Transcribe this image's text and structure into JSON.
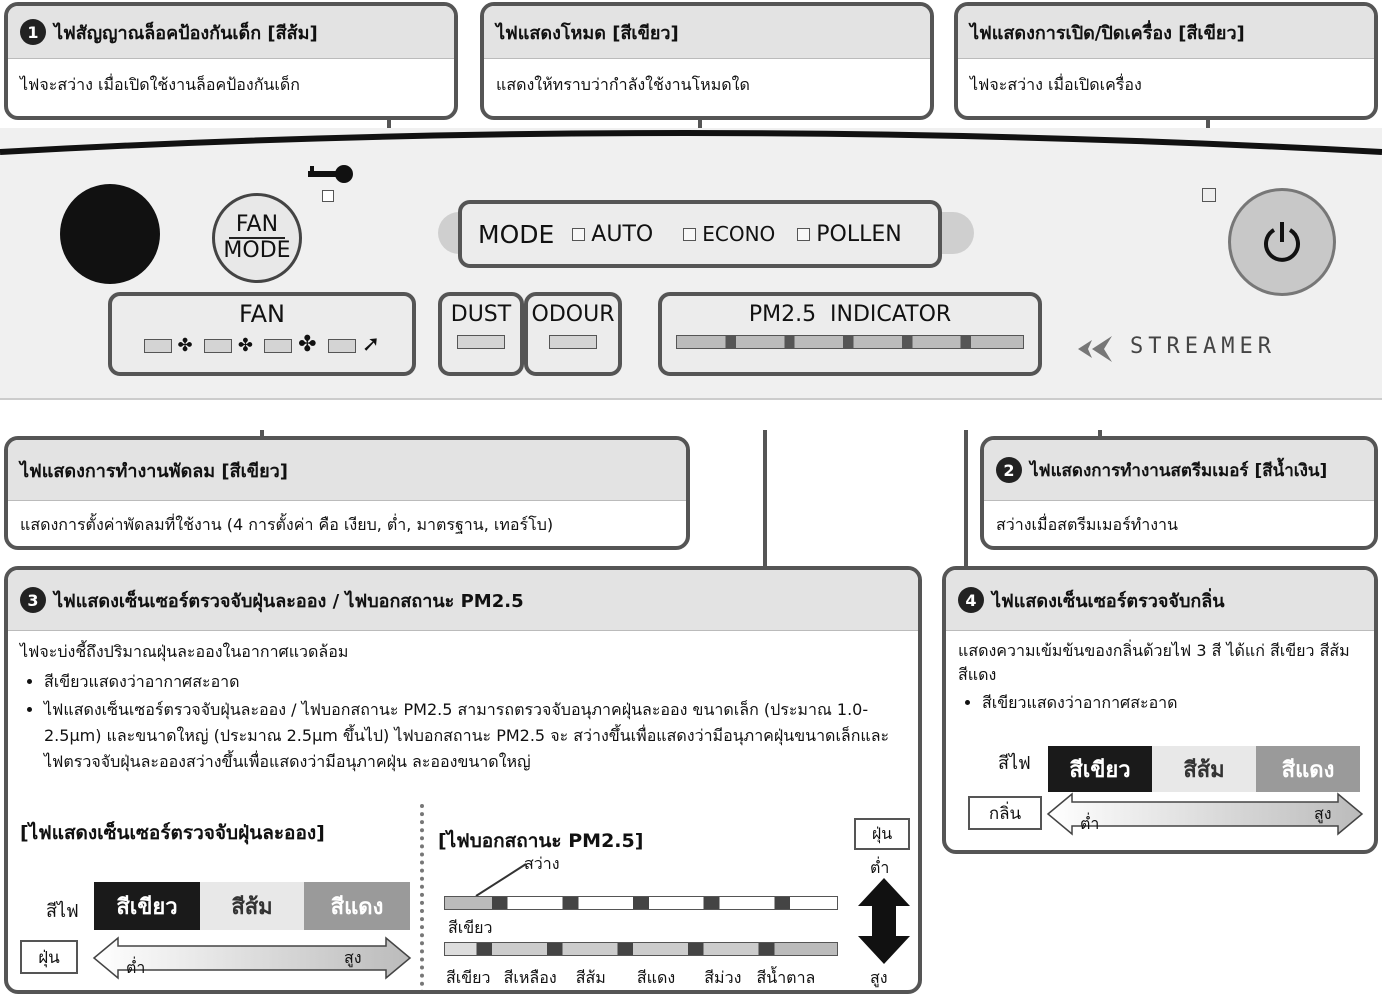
{
  "callout_child_lock": {
    "num": "1",
    "title": "ไฟสัญญาณล็อคป้องกันเด็ก [สีส้ม]",
    "body": "ไฟจะสว่าง เมื่อเปิดใช้งานล็อคป้องกันเด็ก"
  },
  "callout_mode": {
    "title": "ไฟแสดงโหมด [สีเขียว]",
    "body": "แสดงให้ทราบว่ากำลังใช้งานโหมดใด"
  },
  "callout_power": {
    "title": "ไฟแสดงการเปิด/ปิดเครื่อง [สีเขียว]",
    "body": "ไฟจะสว่าง เมื่อเปิดเครื่อง"
  },
  "callout_fan": {
    "title": "ไฟแสดงการทำงานพัดลม [สีเขียว]",
    "body": "แสดงการตั้งค่าพัดลมที่ใช้งาน (4 การตั้งค่า คือ เงียบ, ต่ำ, มาตรฐาน, เทอร์โบ)"
  },
  "callout_streamer": {
    "num": "2",
    "title": "ไฟแสดงการทำงานสตรีมเมอร์ [สีน้ำเงิน]",
    "body": "สว่างเมื่อสตรีมเมอร์ทำงาน"
  },
  "callout_dust": {
    "num": "3",
    "title": "ไฟแสดงเซ็นเซอร์ตรวจจับฝุ่นละออง / ไฟบอกสถานะ PM2.5",
    "intro": "ไฟจะบ่งชี้ถึงปริมาณฝุ่นละอองในอากาศแวดล้อม",
    "bullets": [
      "สีเขียวแสดงว่าอากาศสะอาด",
      "ไฟแสดงเซ็นเซอร์ตรวจจับฝุ่นละออง / ไฟบอกสถานะ PM2.5 สามารถตรวจจับอนุภาคฝุ่นละออง ขนาดเล็ก (ประมาณ 1.0-2.5µm) และขนาดใหญ่ (ประมาณ 2.5µm ขึ้นไป) ไฟบอกสถานะ PM2.5 จะ สว่างขึ้นเพื่อแสดงว่ามีอนุภาคฝุ่นขนาดเล็กและไฟตรวจจับฝุ่นละอองสว่างขึ้นเพื่อแสดงว่ามีอนุภาคฝุ่น ละอองขนาดใหญ่"
    ],
    "dust_sub_title": "[ไฟแสดงเซ็นเซอร์ตรวจจับฝุ่นละออง]",
    "light_label": "สีไฟ",
    "colors": [
      "สีเขียว",
      "สีส้ม",
      "สีแดง"
    ],
    "scale_label": "ฝุ่น",
    "low": "ต่ำ",
    "high": "สูง",
    "pm_sub_title": "[ไฟบอกสถานะ PM2.5]",
    "bright": "สว่าง",
    "pm_green": "สีเขียว",
    "pm_colors": [
      "สีเขียว",
      "สีเหลือง",
      "สีส้ม",
      "สีแดง",
      "สีม่วง",
      "สีน้ำตาล"
    ],
    "side_dust": "ฝุ่น",
    "side_low": "ต่ำ",
    "side_high": "สูง"
  },
  "callout_odour": {
    "num": "4",
    "title": "ไฟแสดงเซ็นเซอร์ตรวจจับกลิ่น",
    "body": "แสดงความเข้มข้นของกลิ่นด้วยไฟ 3 สี ได้แก่ สีเขียว สีส้ม สีแดง",
    "bullet": "สีเขียวแสดงว่าอากาศสะอาด",
    "light_label": "สีไฟ",
    "colors": [
      "สีเขียว",
      "สีส้ม",
      "สีแดง"
    ],
    "scale_label": "กลิ่น",
    "low": "ต่ำ",
    "high": "สูง"
  },
  "panel": {
    "fan_mode_top": "FAN",
    "fan_mode_bottom": "MODE",
    "mode_label": "MODE",
    "modes": [
      "AUTO",
      "ECONO",
      "POLLEN"
    ],
    "fan_label": "FAN",
    "dust_label": "DUST",
    "odour_label": "ODOUR",
    "pm_label": "PM2.5  INDICATOR",
    "streamer_label": "STREAMER"
  },
  "colors": {
    "green_cell": "#1a1a1a",
    "orange_cell": "#e8e8e8",
    "red_cell": "#9a9a9a"
  }
}
